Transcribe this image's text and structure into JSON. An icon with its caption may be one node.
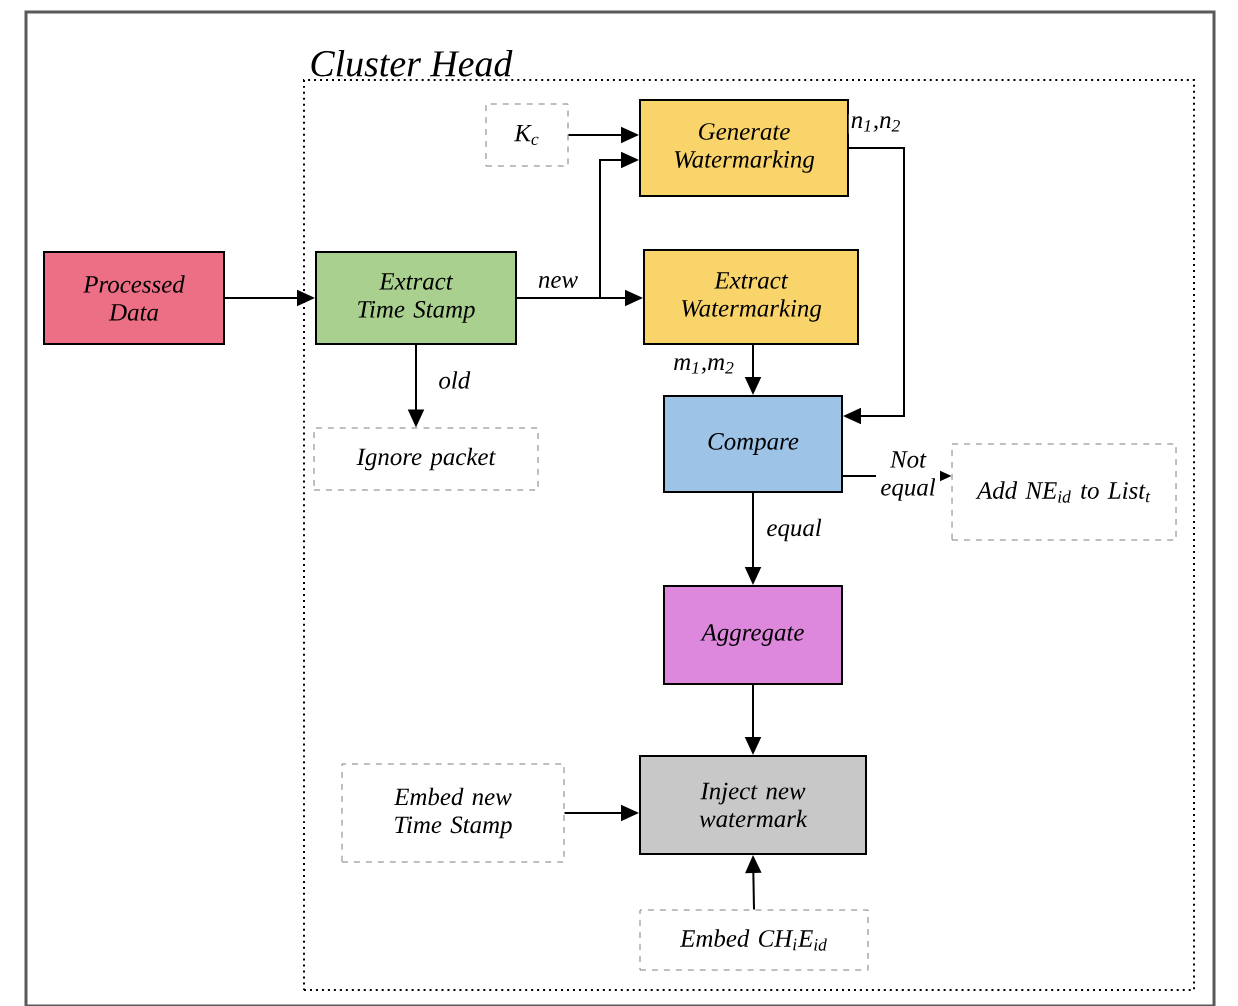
{
  "diagram": {
    "nodes": [
      {
        "text": [
          "Cluster Head"
        ]
      },
      {
        "text": [
          "Processed Data"
        ]
      },
      {
        "text": [
          "Extract Time Stamp"
        ],
        "in": 0
      },
      {
        "text": [
          "K$_{c}$"
        ],
        "in": 0
      },
      {
        "text": [
          "Generate Watermarking"
        ],
        "in": 0
      },
      {
        "text": [
          "Extract Watermarking"
        ],
        "in": 0
      },
      {
        "text": [
          "Ignore packet"
        ],
        "in": 0
      },
      {
        "text": [
          "Compare"
        ],
        "in": 0
      },
      {
        "text": [
          "Add NE$_{id}$ to List$_{t}$"
        ],
        "in": 0
      },
      {
        "text": [
          "Aggregate"
        ],
        "in": 0
      },
      {
        "text": [
          "Embed new Time Stamp"
        ],
        "in": 0
      },
      {
        "text": [
          "Inject new watermark"
        ],
        "in": 0
      },
      {
        "text": [
          "Embed CH$_{i}$E$_{id}$"
        ],
        "in": 0
      }
    ],
    "edges": [
      {
        "from": 1,
        "to": 2,
        "arrow": "to"
      },
      {
        "from": 2,
        "to": 5,
        "arrow": "to",
        "label": "new"
      },
      {
        "from": 2,
        "to": 4,
        "arrow": "to"
      },
      {
        "from": 3,
        "to": 4,
        "arrow": "to"
      },
      {
        "from": 2,
        "to": 6,
        "arrow": "to",
        "label": "old"
      },
      {
        "from": 5,
        "to": 7,
        "arrow": "to",
        "label": "m$_{1}$,m$_{2}$"
      },
      {
        "from": 4,
        "to": 7,
        "arrow": "to",
        "label": "n$_{1}$,n$_{2}$"
      },
      {
        "from": 7,
        "to": 8,
        "arrow": "to",
        "label": "Not equal"
      },
      {
        "from": 7,
        "to": 9,
        "arrow": "to",
        "label": "equal"
      },
      {
        "from": 9,
        "to": 11,
        "arrow": "to"
      },
      {
        "from": 10,
        "to": 11,
        "arrow": "to"
      },
      {
        "from": 12,
        "to": 11,
        "arrow": "to"
      }
    ]
  }
}
